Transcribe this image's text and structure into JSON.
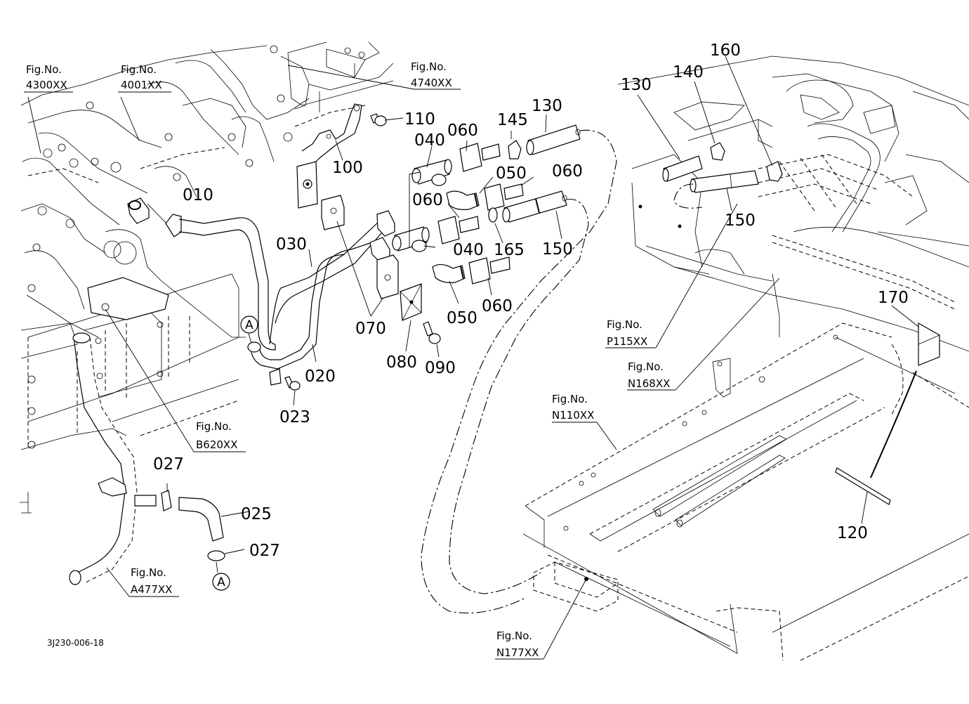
{
  "diagram": {
    "drawing_code": "3J230-006-18",
    "part_labels": [
      {
        "id": "010",
        "text": "010"
      },
      {
        "id": "020",
        "text": "020"
      },
      {
        "id": "023",
        "text": "023"
      },
      {
        "id": "025",
        "text": "025"
      },
      {
        "id": "027a",
        "text": "027"
      },
      {
        "id": "027b",
        "text": "027"
      },
      {
        "id": "030",
        "text": "030"
      },
      {
        "id": "040a",
        "text": "040"
      },
      {
        "id": "040b",
        "text": "040"
      },
      {
        "id": "050a",
        "text": "050"
      },
      {
        "id": "050b",
        "text": "050"
      },
      {
        "id": "060a",
        "text": "060"
      },
      {
        "id": "060b",
        "text": "060"
      },
      {
        "id": "060c",
        "text": "060"
      },
      {
        "id": "060d",
        "text": "060"
      },
      {
        "id": "070",
        "text": "070"
      },
      {
        "id": "080",
        "text": "080"
      },
      {
        "id": "090",
        "text": "090"
      },
      {
        "id": "100",
        "text": "100"
      },
      {
        "id": "110",
        "text": "110"
      },
      {
        "id": "120",
        "text": "120"
      },
      {
        "id": "130a",
        "text": "130"
      },
      {
        "id": "130b",
        "text": "130"
      },
      {
        "id": "140",
        "text": "140"
      },
      {
        "id": "145",
        "text": "145"
      },
      {
        "id": "150a",
        "text": "150"
      },
      {
        "id": "150b",
        "text": "150"
      },
      {
        "id": "160",
        "text": "160"
      },
      {
        "id": "165",
        "text": "165"
      },
      {
        "id": "170",
        "text": "170"
      }
    ],
    "figure_refs": [
      {
        "id": "4300",
        "prefix": "Fig.No.",
        "number": "4300XX"
      },
      {
        "id": "4001",
        "prefix": "Fig.No.",
        "number": "4001XX"
      },
      {
        "id": "4740",
        "prefix": "Fig.No.",
        "number": "4740XX"
      },
      {
        "id": "B620",
        "prefix": "Fig.No.",
        "number": "B620XX"
      },
      {
        "id": "A477",
        "prefix": "Fig.No.",
        "number": "A477XX"
      },
      {
        "id": "P115",
        "prefix": "Fig.No.",
        "number": "P115XX"
      },
      {
        "id": "N168",
        "prefix": "Fig.No.",
        "number": "N168XX"
      },
      {
        "id": "N110",
        "prefix": "Fig.No.",
        "number": "N110XX"
      },
      {
        "id": "N177",
        "prefix": "Fig.No.",
        "number": "N177XX"
      }
    ],
    "connection_markers": [
      {
        "id": "A-upper",
        "text": "A"
      },
      {
        "id": "A-lower",
        "text": "A"
      }
    ]
  }
}
